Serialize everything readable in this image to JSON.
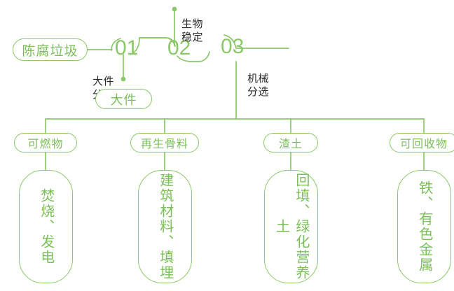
{
  "diagram": {
    "title_node": {
      "label": "陈腐垃圾"
    },
    "stages": [
      {
        "number": "01",
        "note": "大件\n分选"
      },
      {
        "number": "02",
        "note": "生物\n稳定"
      },
      {
        "number": "03",
        "note": "机械\n分选"
      }
    ],
    "side_output": {
      "label": "大件"
    },
    "outputs": [
      {
        "category": "可燃物",
        "usage": "焚烧、发电"
      },
      {
        "category": "再生骨料",
        "usage": "建筑材料、填埋"
      },
      {
        "category": "渣土",
        "usage": "回填、绿化营养土"
      },
      {
        "category": "可回收物",
        "usage": "铁、有色金属"
      }
    ],
    "colors": {
      "line": "#8CC86A",
      "line_light": "#A6D489",
      "text_green": "#7BBF58",
      "text_dark": "#2B2B2B",
      "background": "#FFFFFF"
    }
  }
}
